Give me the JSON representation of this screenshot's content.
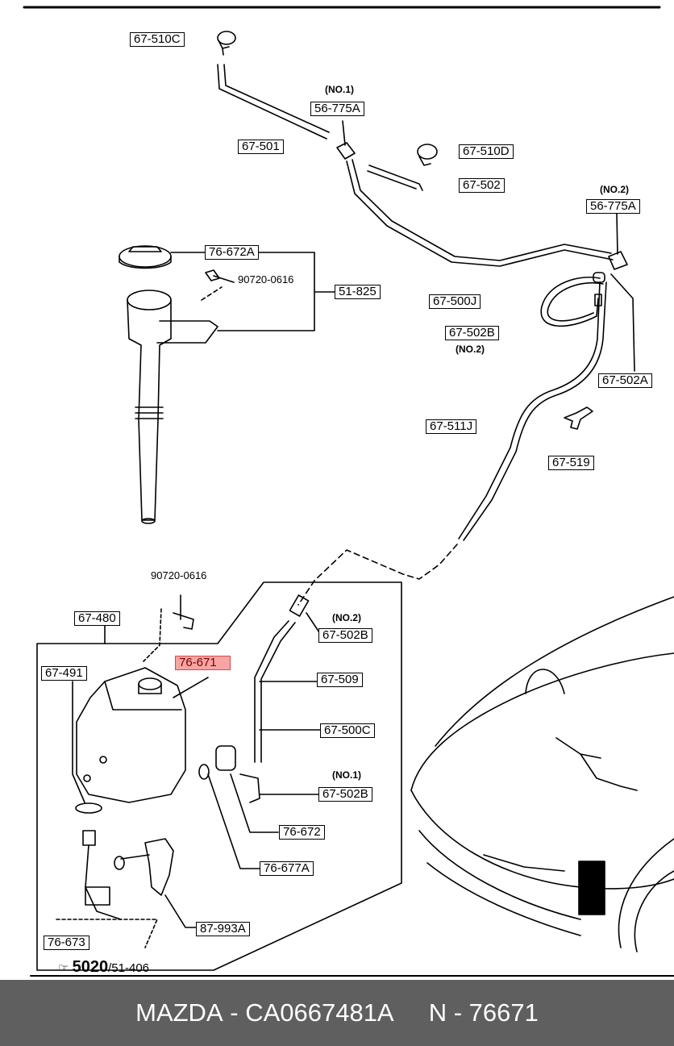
{
  "parts": {
    "p_67_510C": "67-510C",
    "p_56_775A_1": "56-775A",
    "p_56_775A_1_note": "(NO.1)",
    "p_67_501": "67-501",
    "p_67_510D": "67-510D",
    "p_67_502": "67-502",
    "p_56_775A_2": "56-775A",
    "p_56_775A_2_note": "(NO.2)",
    "p_76_672A": "76-672A",
    "p_90720_top": "90720-0616",
    "p_51_825": "51-825",
    "p_67_500J": "67-500J",
    "p_67_502B_top": "67-502B",
    "p_67_502B_top_note": "(NO.2)",
    "p_67_502A": "67-502A",
    "p_67_511J": "67-511J",
    "p_67_519": "67-519",
    "p_90720_bottom": "90720-0616",
    "p_67_480": "67-480",
    "p_67_502B_mid": "67-502B",
    "p_67_502B_mid_note": "(NO.2)",
    "p_76_671": "76-671",
    "p_67_491": "67-491",
    "p_67_509": "67-509",
    "p_67_500C": "67-500C",
    "p_67_502B_low": "67-502B",
    "p_67_502B_low_note": "(NO.1)",
    "p_76_672": "76-672",
    "p_76_677A": "76-677A",
    "p_87_993A": "87-993A",
    "p_76_673": "76-673"
  },
  "reference": {
    "arrow": "☞",
    "main": "5020",
    "sub": "/51-406"
  },
  "highlight_color": "#f7a4a4",
  "footer": {
    "brand": "MAZDA",
    "part_number": "CA0667481A",
    "number_label": "N",
    "number": "76671",
    "background": "#5f5f5f"
  }
}
